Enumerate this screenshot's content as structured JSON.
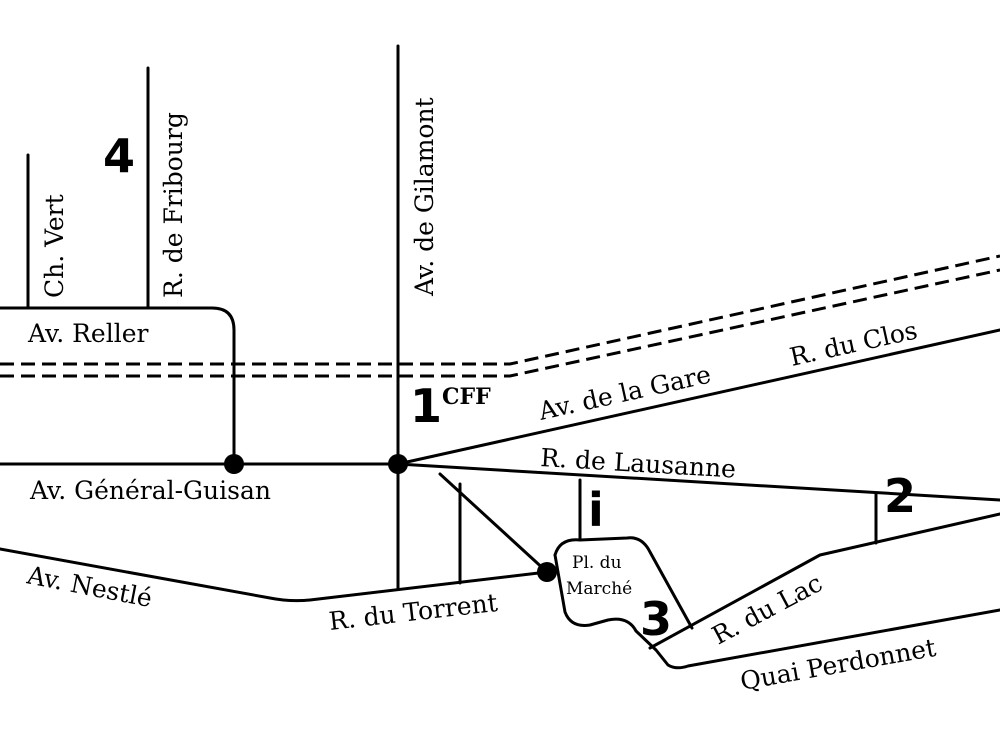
{
  "streets": {
    "ch_vert": "Ch. Vert",
    "r_fribourg": "R. de Fribourg",
    "av_gilamont": "Av. de Gilamont",
    "av_reller": "Av. Reller",
    "av_general_guisan": "Av. Général-Guisan",
    "av_nestle": "Av. Nestlé",
    "r_torrent": "R. du Torrent",
    "av_gare": "Av. de la Gare",
    "r_clos": "R. du Clos",
    "r_lausanne": "R. de Lausanne",
    "pl_marche_line1": "Pl. du",
    "pl_marche_line2": "Marché",
    "r_lac": "R. du Lac",
    "quai_perdonnet": "Quai Perdonnet"
  },
  "markers": {
    "m1": "1",
    "m2": "2",
    "m3": "3",
    "m4": "4",
    "info": "i",
    "cff": "CFF"
  },
  "colors": {
    "ink": "#000000",
    "background": "#ffffff"
  }
}
